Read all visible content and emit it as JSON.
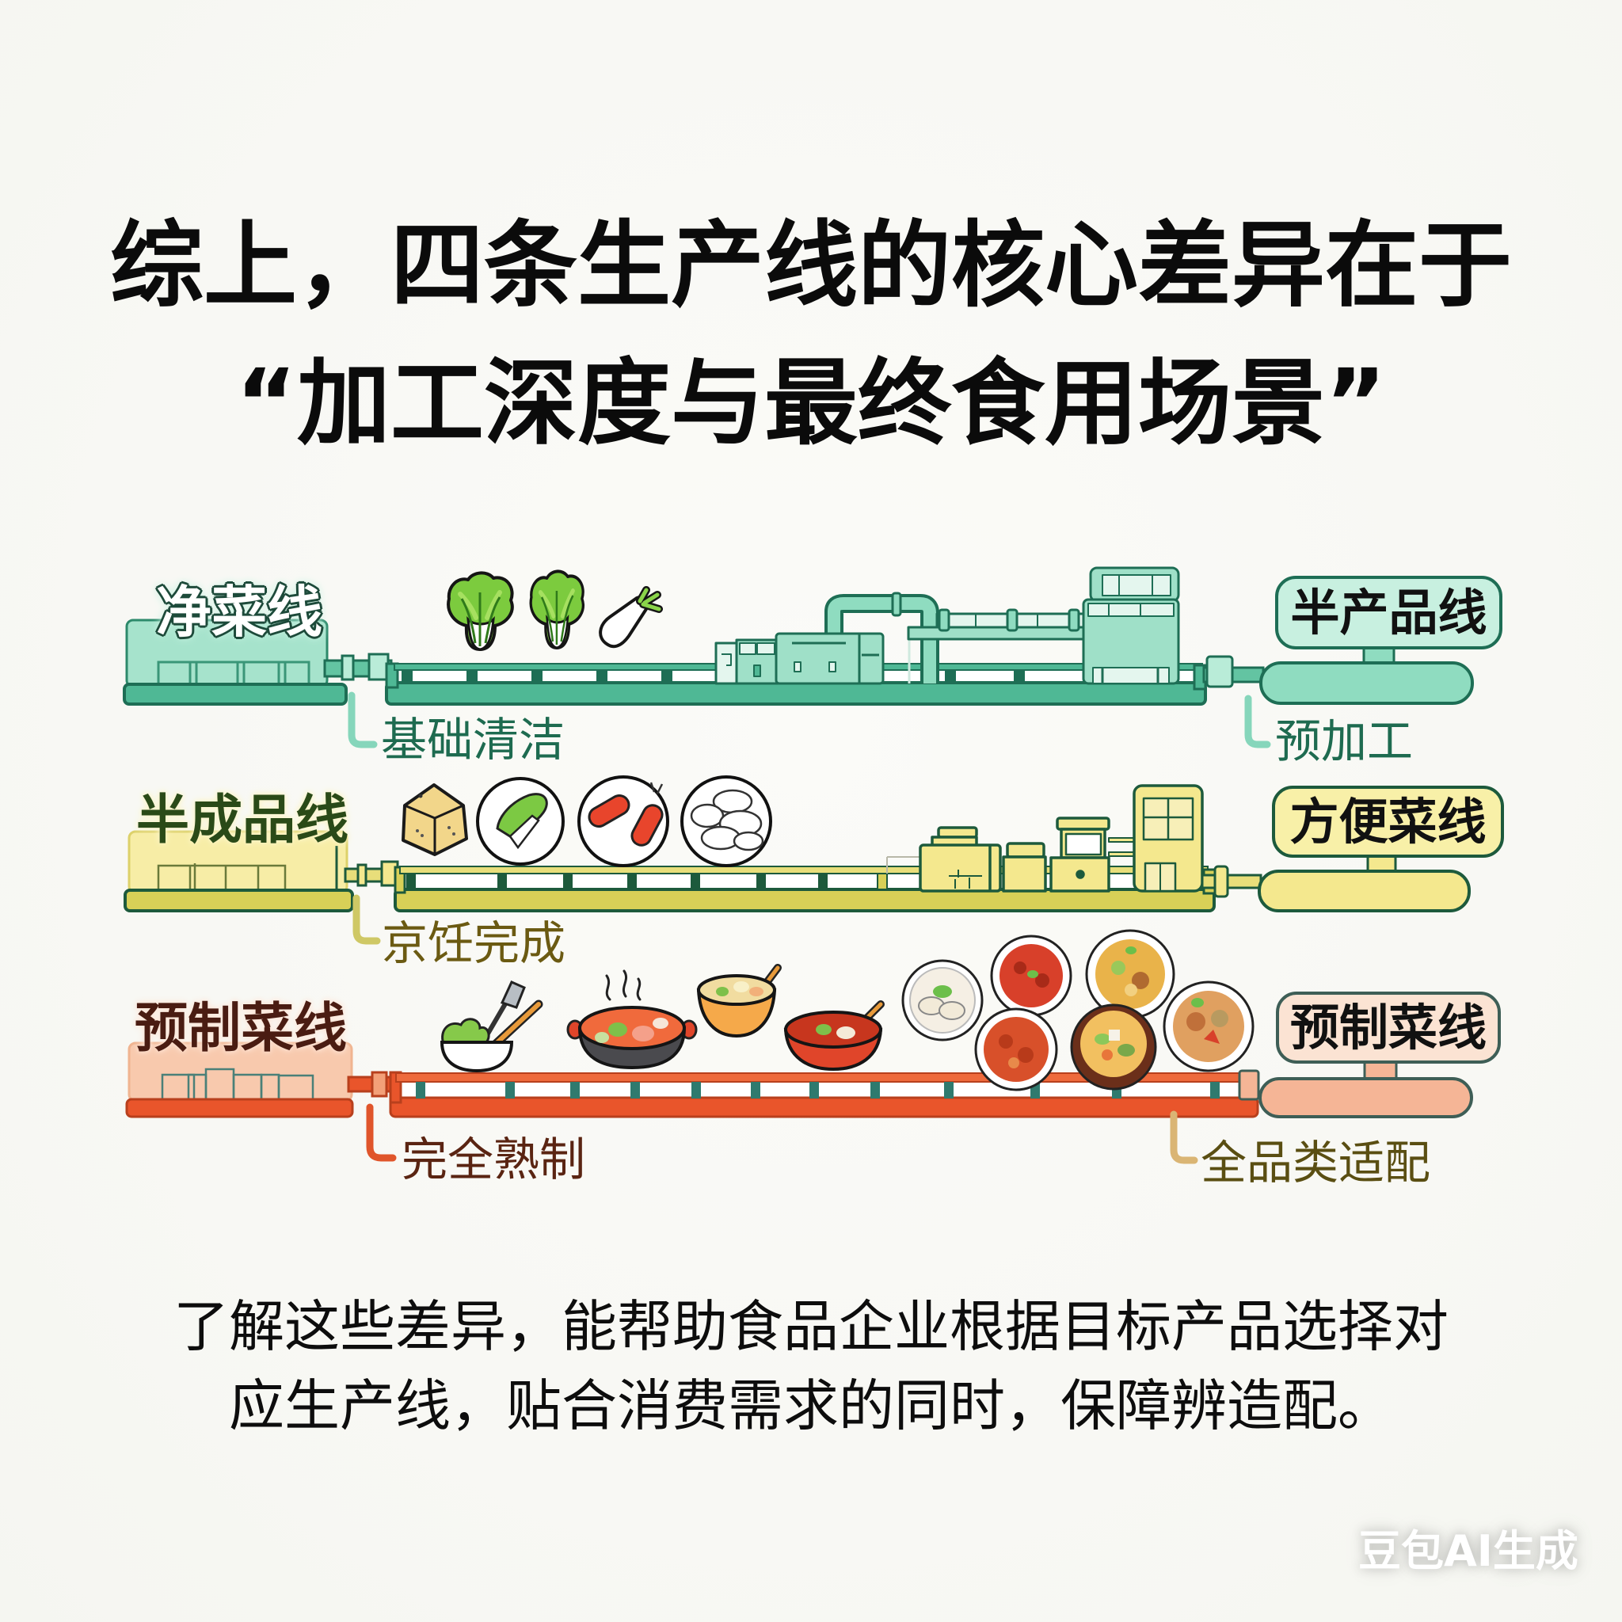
{
  "title": {
    "line1": "综上，四条生产线的核心差异在于",
    "line2": "“加工深度与最终食用场景”"
  },
  "lines": [
    {
      "name": "净菜线",
      "start_note": "基础清洁",
      "end_label": "半产品线",
      "end_note": "预加工",
      "theme": {
        "fill": "#4fb895",
        "light": "#9fe0c8",
        "outline": "#1e6e55"
      },
      "items": [
        "bok-choy",
        "bok-choy",
        "radish"
      ]
    },
    {
      "name": "半成品线",
      "start_note": "京饪完成",
      "end_label": "方便菜线",
      "theme": {
        "fill": "#d8d057",
        "light": "#f4e88e",
        "outline": "#1d5a3c"
      },
      "items": [
        "tofu",
        "bok-choy-plate",
        "carrot-plate",
        "dumpling-plate"
      ]
    },
    {
      "name": "预制菜线",
      "start_note": "完全熟制",
      "end_label": "预制菜线",
      "end_note": "全品类适配",
      "theme": {
        "fill": "#e9552b",
        "light": "#f8c9ad",
        "outline": "#2f7a6e"
      },
      "items": [
        "salad-bowl",
        "stew-pot",
        "soup-bowl",
        "red-pot",
        "noodle-plate",
        "red-dish-plate",
        "yellow-dish-plate",
        "braised-plate",
        "veg-soup-bowl",
        "roast-plate"
      ]
    }
  ],
  "summary": {
    "line1": "了解这些差异，能帮助食品企业根据目标产品选择对",
    "line2": "应生产线，贴合消费需求的同时，保障辨造配。"
  },
  "watermark": "豆包AI生成"
}
